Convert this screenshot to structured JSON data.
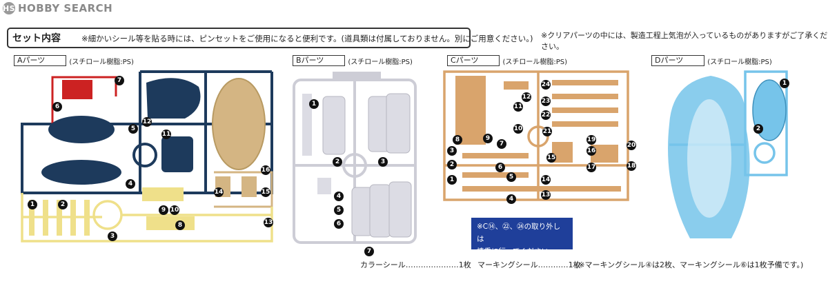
{
  "logo": {
    "text": "HOBBY SEARCH",
    "mark": "HS"
  },
  "contents": {
    "label": "セット内容",
    "note": "※細かいシール等を貼る時には、ピンセットをご使用になると便利です。(道具類は付属しておりません。別にご用意ください。)"
  },
  "clear_note": "※クリアパーツの中には、製造工程上気泡が入っているものがありますがご了承ください。",
  "parts": {
    "a": {
      "label": "Aパーツ",
      "material": "(スチロール樹脂:PS)"
    },
    "b": {
      "label": "Bパーツ",
      "material": "(スチロール樹脂:PS)"
    },
    "c": {
      "label": "Cパーツ",
      "material": "(スチロール樹脂:PS)"
    },
    "d": {
      "label": "Dパーツ",
      "material": "(スチロール樹脂:PS)"
    }
  },
  "badges": {
    "a": [
      "7",
      "6",
      "5",
      "12",
      "11",
      "4",
      "16",
      "14",
      "15",
      "9",
      "10",
      "8",
      "13",
      "3",
      "1",
      "2"
    ],
    "b": [
      "1",
      "2",
      "3",
      "4",
      "5",
      "6",
      "7"
    ],
    "c": [
      "24",
      "12",
      "23",
      "11",
      "22",
      "10",
      "8",
      "9",
      "21",
      "7",
      "3",
      "2",
      "6",
      "19",
      "20",
      "5",
      "15",
      "16",
      "17",
      "18",
      "1",
      "14",
      "13",
      "4"
    ],
    "d": [
      "1",
      "2"
    ]
  },
  "warning": {
    "line1": "※C⑭、㉒、㉔の取り外しは",
    "line2": "慎重に行ってください。"
  },
  "footer": {
    "color_seal": "カラーシール…………………1枚",
    "marking_seal": "マーキングシール…………1枚",
    "marking_note": "(※マーキングシール④は2枚、マーキングシール⑥は1枚予備です。)"
  },
  "colors": {
    "navy": "#1d3a5c",
    "red": "#cc2222",
    "tan": "#d4b583",
    "yellow": "#efe08a",
    "grey": "#cdcdd6",
    "orange": "#d9a46c",
    "blue": "#76c4ea",
    "badge": "#111111"
  }
}
